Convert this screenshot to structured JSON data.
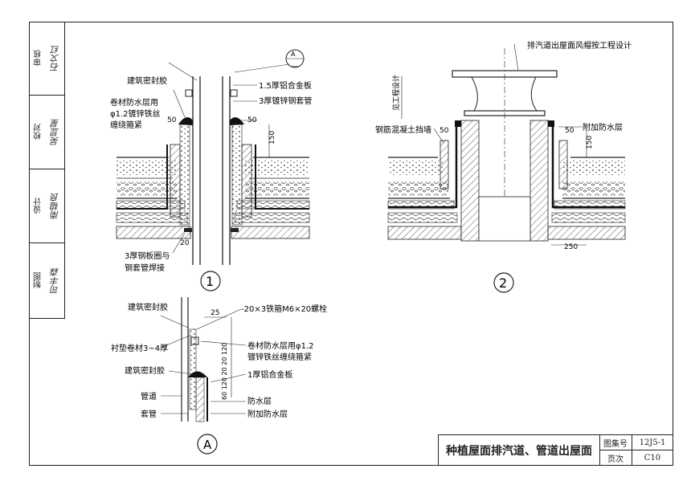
{
  "sidebar": {
    "rows": [
      {
        "label": "审核",
        "name": "石文红"
      },
      {
        "label": "校对",
        "name": "吴显星"
      },
      {
        "label": "设计",
        "name": "南韫良"
      },
      {
        "label": "制图",
        "name": "司丰森"
      }
    ]
  },
  "detail1": {
    "number": "1",
    "ref_marker": "A",
    "labels": {
      "sealant": "建筑密封胶",
      "membrane": "卷材防水层用",
      "wire": "φ1.2镀锌铁丝",
      "tie": "缠绕箍紧",
      "aluminum": "1.5厚铝合金板",
      "sleeve": "3厚镀锌钢套管",
      "ring": "3厚钢板圈与",
      "weld": "钢套管焊接"
    },
    "dims": {
      "d50a": "50",
      "d50b": "50",
      "d150": "150",
      "d20": "20"
    }
  },
  "detail2": {
    "number": "2",
    "labels": {
      "hood": "排汽道出屋面风帽按工程设计",
      "proj": "见工程设计",
      "wall": "钢筋混凝土挡墙",
      "extra": "附加防水层"
    },
    "dims": {
      "d50a": "50",
      "d50b": "50",
      "d150": "150",
      "d250": "250"
    }
  },
  "detailA": {
    "number": "A",
    "labels": {
      "sealant_top": "建筑密封胶",
      "hoop": "-20×3铁箍M6×20螺栓",
      "liner": "衬垫卷材3~4厚",
      "membrane": "卷材防水层用φ1.2",
      "wire": "镀锌铁丝缠绕箍紧",
      "sealant": "建筑密封胶",
      "aluminum": "1厚铝合金板",
      "pipe": "管道",
      "waterproof": "防水层",
      "sleeve": "套管",
      "extra": "附加防水层"
    },
    "dims": {
      "d25": "25",
      "stack": "60 120 20 20 120"
    }
  },
  "title_block": {
    "title": "种植屋面排汽道、管道出屋面",
    "atlas_label": "图集号",
    "atlas_value": "12J5-1",
    "page_label": "页次",
    "page_value": "C10"
  }
}
